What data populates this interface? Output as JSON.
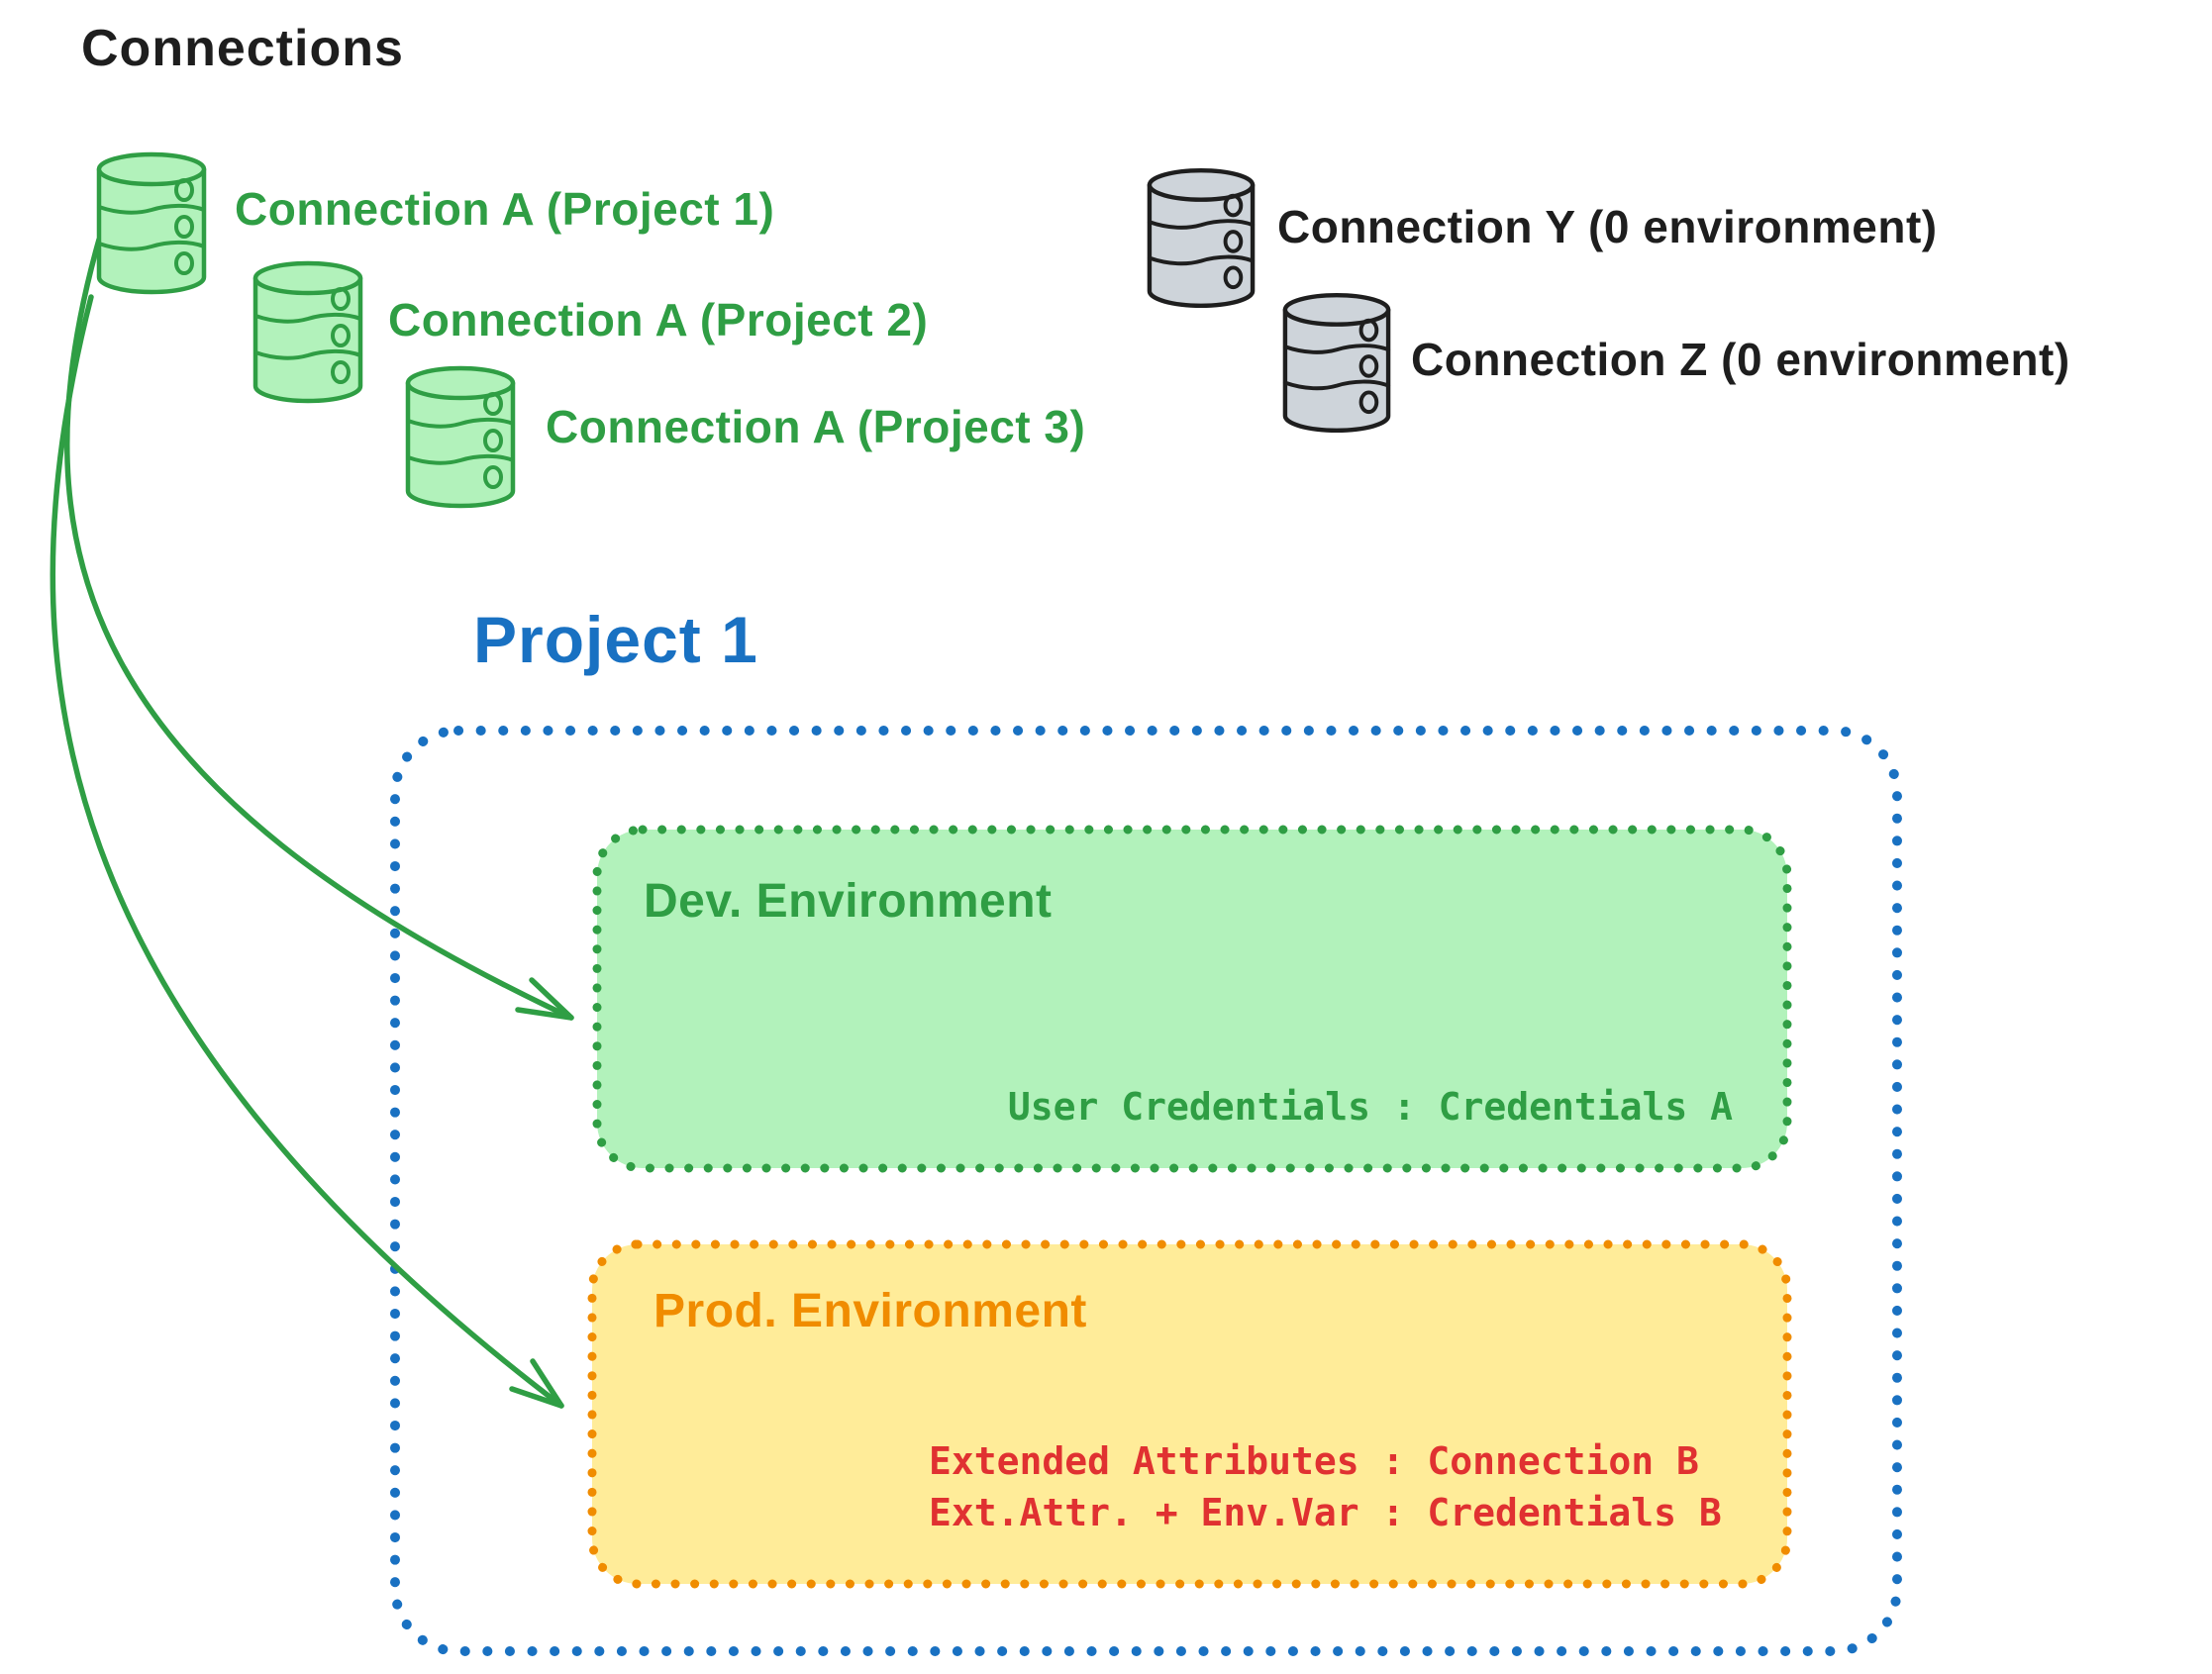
{
  "diagram_title": "Connections",
  "palette": {
    "ink": "#1e1e1e",
    "green_stroke": "#2f9e44",
    "green_fill": "#b2f2bb",
    "gray_fill": "#ced4da",
    "blue": "#1971c2",
    "orange": "#f08c00",
    "yellow_fill": "#ffec99",
    "red": "#e03131",
    "background": "#ffffff"
  },
  "connection_a_items": [
    {
      "label": "Connection A (Project 1)"
    },
    {
      "label": "Connection A (Project 2)"
    },
    {
      "label": "Connection A (Project 3)"
    }
  ],
  "unassigned_connections": [
    {
      "label": "Connection Y (0 environment)"
    },
    {
      "label": "Connection Z (0 environment)"
    }
  ],
  "project1": {
    "title": "Project 1",
    "dev": {
      "title": "Dev. Environment",
      "mapping": "User Credentials : Credentials A"
    },
    "prod": {
      "title": "Prod. Environment",
      "mapping_line1": "Extended Attributes : Connection B",
      "mapping_line2": "Ext.Attr. + Env.Var : Credentials B"
    }
  }
}
